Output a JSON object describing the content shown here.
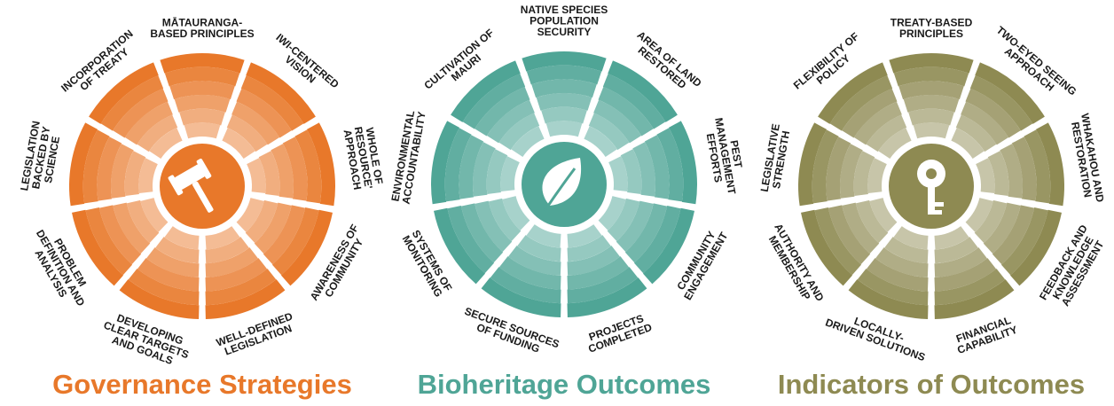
{
  "wheels": [
    {
      "title": "Governance Strategies",
      "color": "#E8782A",
      "icon": "gavel-icon",
      "segments": [
        [
          "MĀTAURANGA-",
          "BASED PRINCIPLES"
        ],
        [
          "IWI-CENTERED",
          "VISION"
        ],
        [
          "WHOLE OF",
          "RESOURCE'",
          "APPROACH"
        ],
        [
          "AWARENESS OF",
          "COMMUNITY"
        ],
        [
          "WELL-DEFINED",
          "LEGISLATION"
        ],
        [
          "DEVELOPING",
          "CLEAR TARGETS",
          "AND GOALS"
        ],
        [
          "PROBLEM",
          "DEFINITION AND",
          "ANALYSIS"
        ],
        [
          "LEGISLATION",
          "BACKED BY",
          "SCIENCE"
        ],
        [
          "INCORPORATION",
          "OF TREATY"
        ]
      ]
    },
    {
      "title": "Bioheritage Outcomes",
      "color": "#4FA596",
      "icon": "leaf-icon",
      "segments": [
        [
          "NATIVE SPECIES",
          "POPULATION",
          "SECURITY"
        ],
        [
          "AREA OF LAND",
          "RESTORED"
        ],
        [
          "PEST",
          "MANAGEMENT",
          "EFFORTS"
        ],
        [
          "COMMUNITY",
          "ENGAGEMENT"
        ],
        [
          "PROJECTS",
          "COMPLETED"
        ],
        [
          "SECURE SOURCES",
          "OF FUNDING"
        ],
        [
          "SYSTEMS OF",
          "MONITORING"
        ],
        [
          "ENVIRONMENTAL",
          "ACCOUNTABILITY"
        ],
        [
          "CULTIVATION OF",
          "MAURI"
        ]
      ]
    },
    {
      "title": "Indicators of Outcomes",
      "color": "#8E8A52",
      "icon": "key-icon",
      "segments": [
        [
          "TREATY-BASED",
          "PRINCIPLES"
        ],
        [
          "TWO-EYED SEEING",
          "APPROACH"
        ],
        [
          "WHAKAHOU AND",
          "RESTORATION"
        ],
        [
          "FEEDBACK AND",
          "KNOWLEDGE",
          "ASSESSMENT"
        ],
        [
          "FINANCIAL",
          "CAPABILITY"
        ],
        [
          "LOCALLY-",
          "DRIVEN SOLUTIONS"
        ],
        [
          "AUTHORITY AND",
          "MEMBERSHIP"
        ],
        [
          "LEGISLATIVE",
          "STRENGTH"
        ],
        [
          "FLEXIBILITY OF",
          "POLICY"
        ]
      ]
    }
  ]
}
